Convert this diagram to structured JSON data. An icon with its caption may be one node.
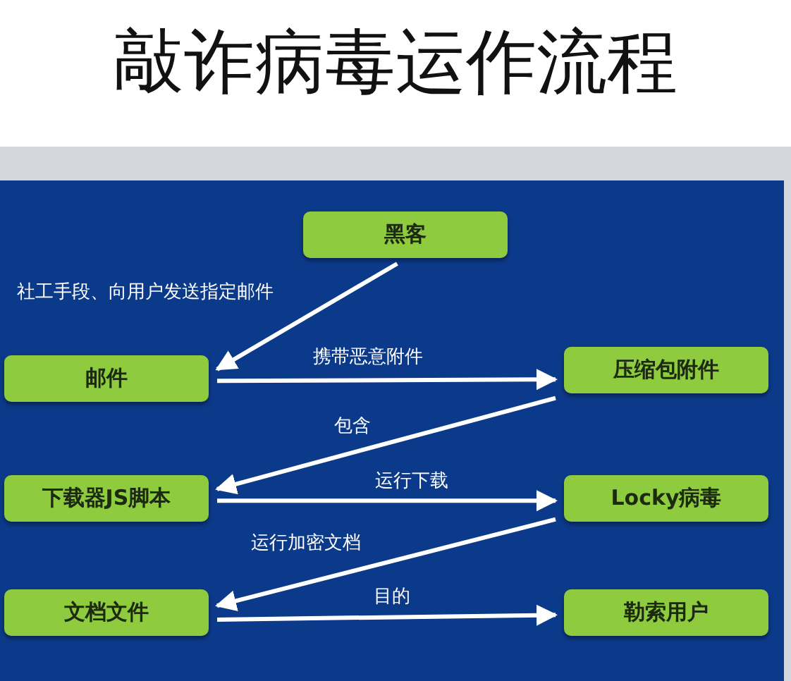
{
  "diagram": {
    "title": "敲诈病毒运作流程",
    "nodes": [
      {
        "text": [
          "黑客"
        ]
      },
      {
        "text": [
          "邮件"
        ]
      },
      {
        "text": [
          "压缩包附件"
        ]
      },
      {
        "text": [
          "下载器JS脚本"
        ]
      },
      {
        "text": [
          "Locky病毒"
        ]
      },
      {
        "text": [
          "文档文件"
        ]
      },
      {
        "text": [
          "勒索用户"
        ]
      }
    ],
    "edges": [
      {
        "from": 0,
        "to": 1,
        "arrow": "to",
        "label": "社工手段、向用户发送指定邮件"
      },
      {
        "from": 1,
        "to": 2,
        "arrow": "to",
        "label": "携带恶意附件"
      },
      {
        "from": 2,
        "to": 3,
        "arrow": "to",
        "label": "包含"
      },
      {
        "from": 3,
        "to": 4,
        "arrow": "to",
        "label": "运行下载"
      },
      {
        "from": 4,
        "to": 5,
        "arrow": "to",
        "label": "运行加密文档"
      },
      {
        "from": 5,
        "to": 6,
        "arrow": "to",
        "label": "目的"
      }
    ]
  }
}
